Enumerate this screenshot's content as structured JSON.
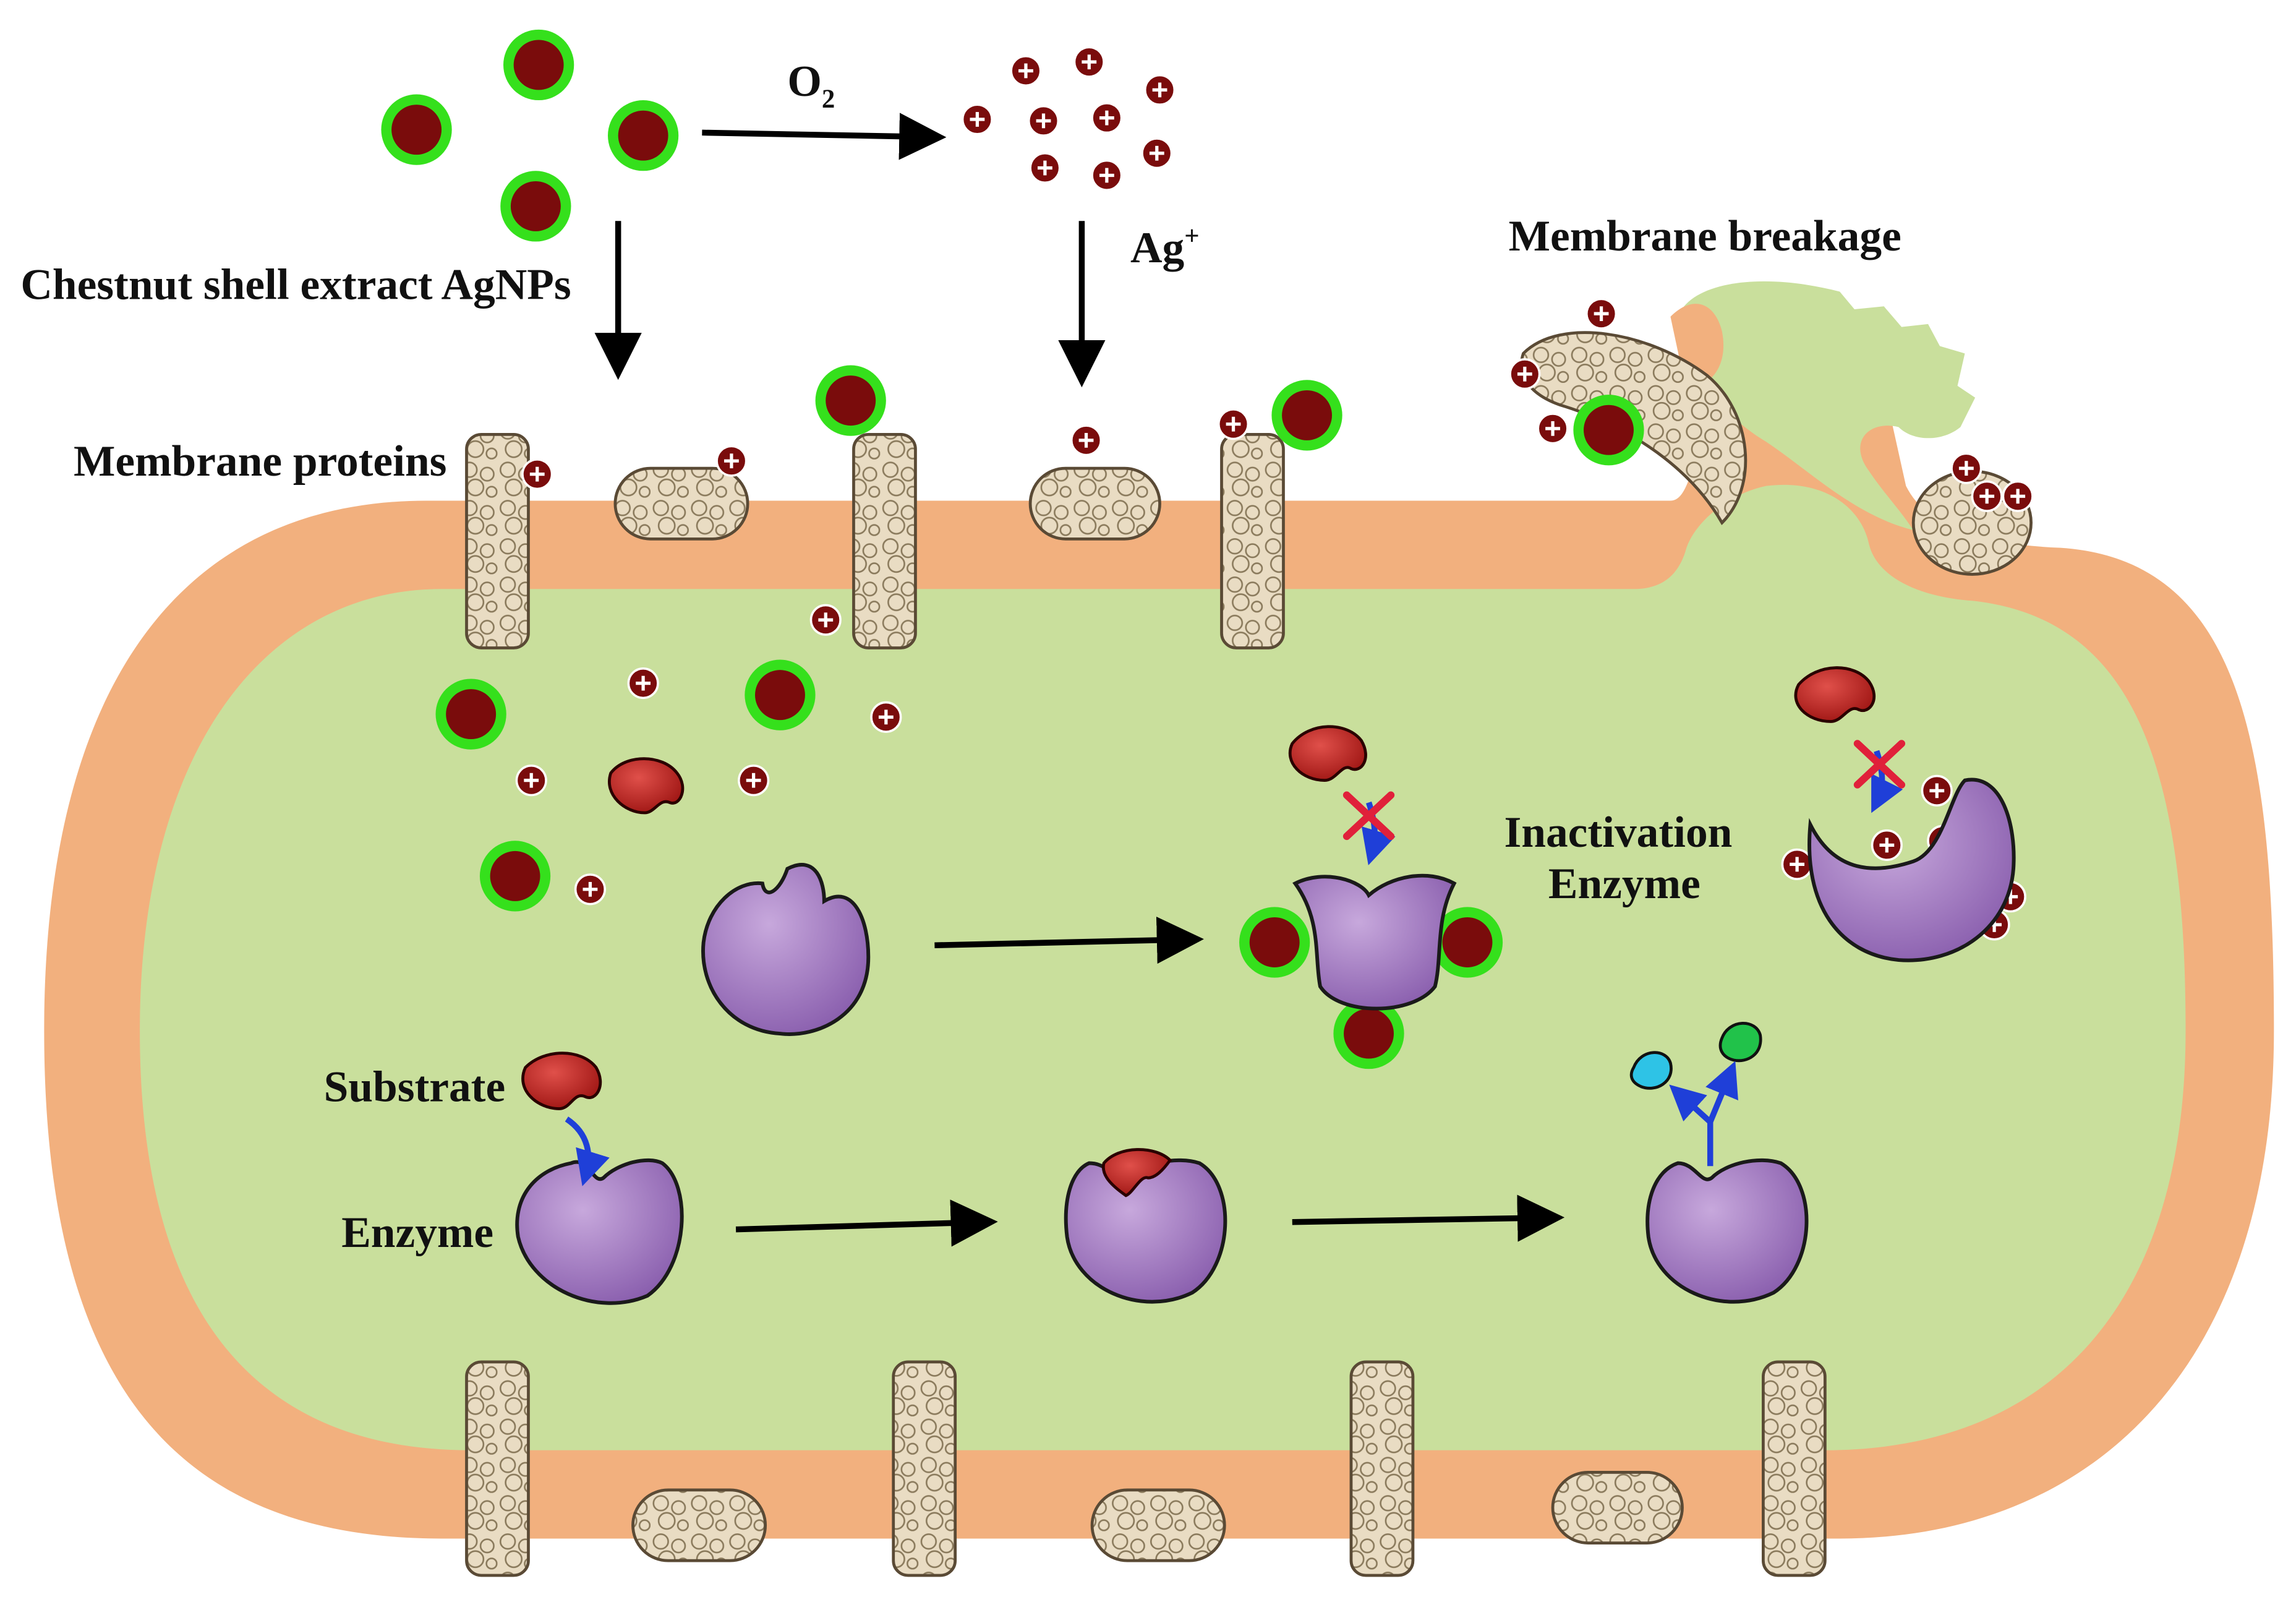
{
  "labels": {
    "agnps": "Chestnut shell extract AgNPs",
    "o2": "O",
    "o2_sub": "2",
    "ag_ion": "Ag",
    "ag_sup": "+",
    "membrane_breakage": "Membrane breakage",
    "membrane_proteins": "Membrane proteins",
    "inactivation_1": "Inactivation",
    "inactivation_2": "Enzyme",
    "substrate": "Substrate",
    "enzyme": "Enzyme"
  },
  "colors": {
    "cytoplasm": "#c9df9c",
    "membrane": "#f2b07e",
    "nanoparticle_core": "#7a0c0c",
    "nanoparticle_coat": "#35e01c",
    "ion": "#7a0c0c",
    "enzyme": "#9a72b8",
    "substrate": "#b8201f",
    "protein": "#e9dcc3",
    "inhibit_x": "#e0203a",
    "flow_arrow": "#1f3fd8",
    "product_cyan": "#2ec3e6",
    "product_green": "#21c24a"
  },
  "icons": [
    "nanoparticle-icon",
    "silver-ion-icon",
    "membrane-protein-icon",
    "enzyme-icon",
    "substrate-icon",
    "inhibition-x-icon"
  ]
}
